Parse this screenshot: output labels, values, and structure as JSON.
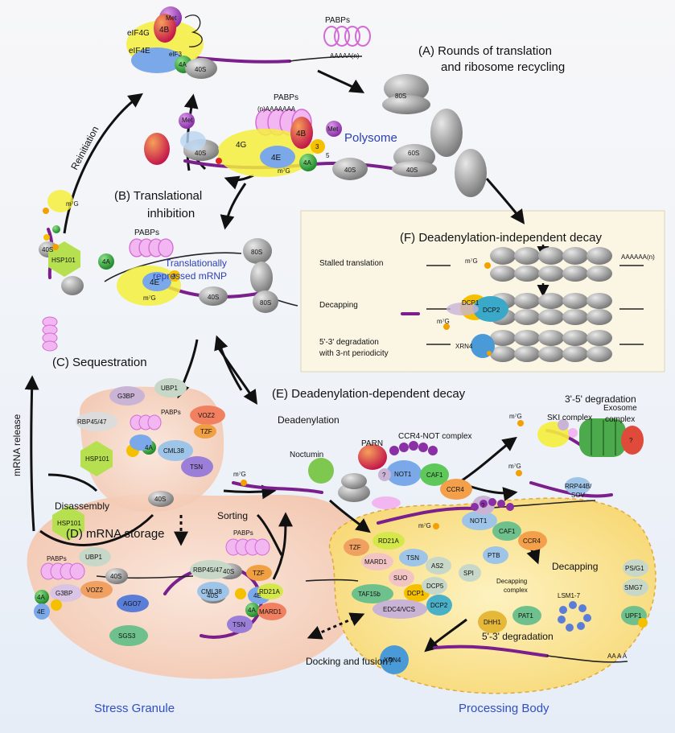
{
  "sections": {
    "A": "(A) Rounds of translation",
    "A2": "and ribosome recycling",
    "B": "(B) Translational",
    "B2": "inhibition",
    "C": "(C) Sequestration",
    "D": "(D) mRNA storage",
    "E": "(E) Deadenylation-dependent decay",
    "F": "(F) Deadenylation-independent decay"
  },
  "compartments": {
    "polysome": "Polysome",
    "repressed1": "Translationally",
    "repressed2": "repressed mRNP",
    "stress_granule": "Stress Granule",
    "processing_body": "Processing Body"
  },
  "arrows": {
    "reinitiation": "Reinitiation",
    "mrna_release": "mRNA release",
    "disassembly": "Disassembly",
    "sorting": "Sorting",
    "deadenylation": "Deadenylation",
    "docking": "Docking and fusion?",
    "three_five": "3'-5' degradation",
    "five_three": "5'-3' degradation",
    "decapping_arrow": "Decapping"
  },
  "panel_f": {
    "row1": "Stalled translation",
    "row2": "Decapping",
    "row3a": "5'-3' degradation",
    "row3b": "with 3-nt periodicity",
    "dcp1": "DCP1",
    "dcp2": "DCP2",
    "xrn4": "XRN4",
    "m7g": "m⁷G",
    "polyA": "AAAAAA(n)"
  },
  "proteins": {
    "eIF4G": "eIF4G",
    "eIF4E": "eIF4E",
    "eIF3": "eIF3",
    "eIF4B": "4B",
    "eIF4A": "4A",
    "met": "Met",
    "s40": "40S",
    "s60": "60S",
    "s80": "80S",
    "pabps": "PABPs",
    "polyA_n": "(n)AAAAAAA",
    "aaaa": "AAAAA(n)",
    "g4": "4G",
    "e4": "4E",
    "three": "3",
    "five": "5",
    "hsp101": "HSP101",
    "g3bp": "G3BP",
    "ubp1": "UBP1",
    "rbp": "RBP45/47",
    "voz2": "VOZ2",
    "tzf": "TZF",
    "cml38": "CML38",
    "tsn": "TSN",
    "ago7": "AGO7",
    "sgs3": "SGS3",
    "rd21a": "RD21A",
    "mard1": "MARD1",
    "noctumin": "Noctumin",
    "parn": "PARN",
    "ccr4not": "CCR4-NOT complex",
    "not1": "NOT1",
    "caf1": "CAF1",
    "ccr4": "CCR4",
    "ski": "SKI complex",
    "exosome1": "Exosome",
    "exosome2": "complex",
    "rrp44b": "RRP44B/",
    "sov": "SOV",
    "as2": "AS2",
    "spi": "SPI",
    "ptb": "PTB",
    "suo": "SUO",
    "taf15b": "TAF15b",
    "dcp5": "DCP5",
    "dcp1": "DCP1",
    "dcp2": "DCP2",
    "edc4": "EDC4/VCS",
    "decap_cx1": "Decapping",
    "decap_cx2": "complex",
    "dhh1": "DHH1",
    "pat1": "PAT1",
    "lsm": "LSM1-7",
    "psg1": "PS/G1",
    "smg7": "SMG7",
    "upf1": "UPF1",
    "xrn4": "XRN4",
    "qmark": "?",
    "m7g": "m⁷G",
    "aa": "AA A A"
  },
  "colors": {
    "mrna": "#7a1f8c",
    "ribosome": "#9a9a9a",
    "yellow_hl": "#f4ee3c",
    "pink_pabp": "#e79be8",
    "sg_fill": "#f9d9c8",
    "pb_fill": "#fbe8a0",
    "panel_f_fill": "#fbf6e4",
    "label_blue": "#2b3fb6"
  }
}
